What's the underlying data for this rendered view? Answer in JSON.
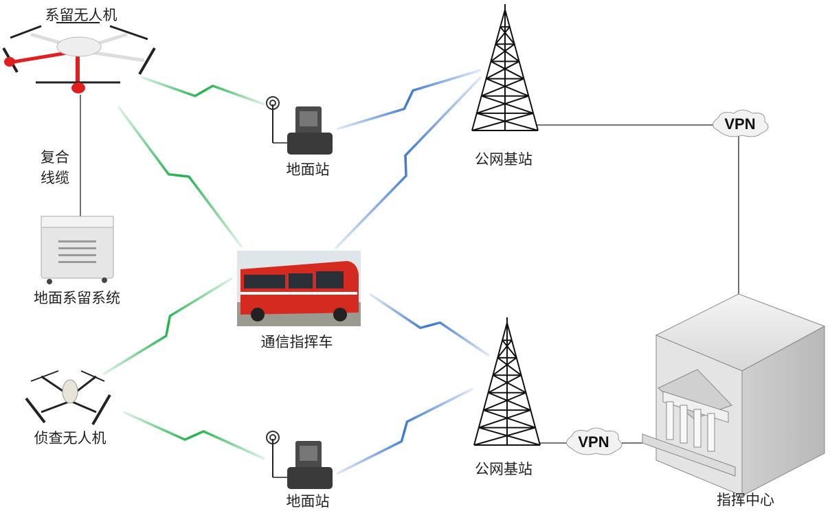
{
  "nodes": {
    "tethered_drone": "系留无人机",
    "composite_cable": "复合线缆",
    "ground_tether_system": "地面系留系统",
    "recon_drone": "侦查无人机",
    "ground_station_1": "地面站",
    "ground_station_2": "地面站",
    "command_vehicle": "通信指挥车",
    "base_station_1": "公网基站",
    "base_station_2": "公网基站",
    "vpn_1": "VPN",
    "vpn_2": "VPN",
    "command_center": "指挥中心"
  },
  "colors": {
    "drone_link": "#22b14c",
    "network_link": "#3a78d0",
    "wire": "#222222",
    "vehicle": "#d42a20"
  }
}
